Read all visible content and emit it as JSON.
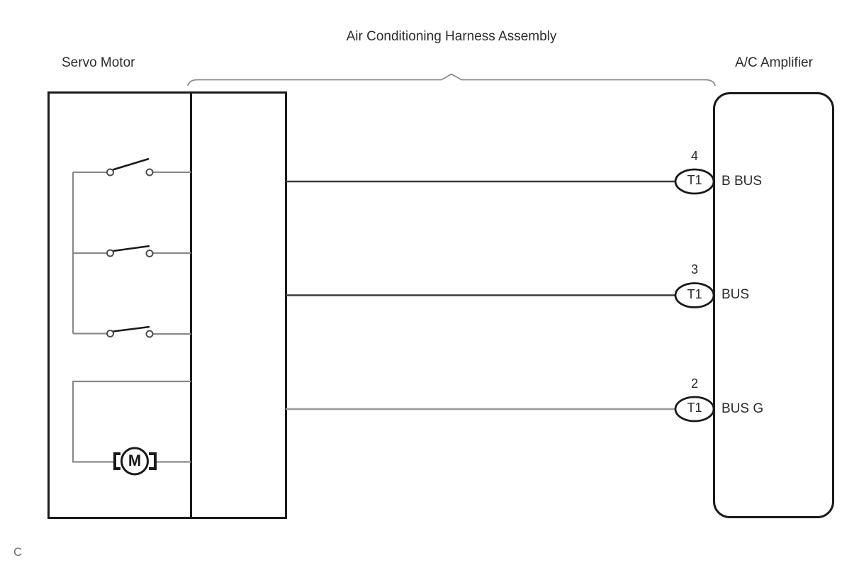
{
  "diagram": {
    "title": "Air Conditioning Harness Assembly",
    "left_component_label": "Servo Motor",
    "right_component_label": "A/C Amplifier",
    "motor_symbol_letter": "M",
    "page_marker": "C",
    "pins": [
      {
        "number": "4",
        "terminal": "T1",
        "signal": "B BUS"
      },
      {
        "number": "3",
        "terminal": "T1",
        "signal": "BUS"
      },
      {
        "number": "2",
        "terminal": "T1",
        "signal": "BUS G"
      }
    ],
    "colors": {
      "box_stroke": "#1a1a1a",
      "dark_wire": "#3a3a3e",
      "gray_wire": "#8a8a8a",
      "bus_g_wire": "#999999",
      "text": "#2b2b2b"
    }
  }
}
